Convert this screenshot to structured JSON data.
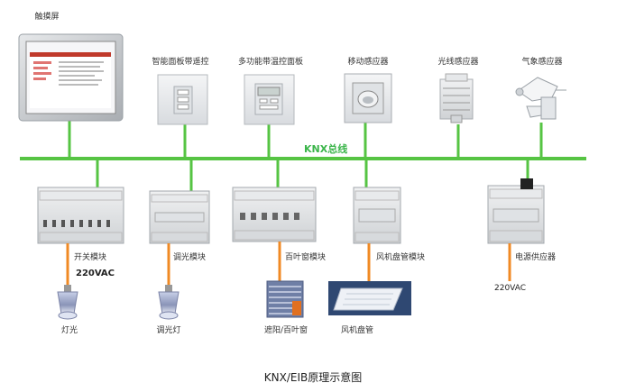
{
  "title": "KNX/EIB原理示意图",
  "bus_label": "KNX总线",
  "colors": {
    "bus": "#56c443",
    "load": "#f08a24",
    "module": "#e4e6e8",
    "panel": "#ebedef"
  },
  "top_devices": [
    {
      "label": "触摸屏",
      "icon": "touch-screen-icon"
    },
    {
      "label": "智能面板带遥控",
      "icon": "smart-panel-icon"
    },
    {
      "label": "多功能带温控面板",
      "icon": "thermostat-panel-icon"
    },
    {
      "label": "移动感应器",
      "icon": "motion-sensor-icon"
    },
    {
      "label": "光线感应器",
      "icon": "light-sensor-icon"
    },
    {
      "label": "气象感应器",
      "icon": "weather-sensor-icon"
    }
  ],
  "modules": [
    {
      "label": "开关模块",
      "icon": "switch-actuator-icon"
    },
    {
      "label": "调光模块",
      "icon": "dimmer-actuator-icon"
    },
    {
      "label": "百叶窗模块",
      "icon": "blind-actuator-icon"
    },
    {
      "label": "风机盘管模块",
      "icon": "fan-coil-actuator-icon"
    },
    {
      "label": "电源供应器",
      "icon": "power-supply-icon"
    }
  ],
  "loads": [
    {
      "label": "灯光",
      "icon": "lamp-icon"
    },
    {
      "label": "调光灯",
      "icon": "dimmable-lamp-icon"
    },
    {
      "label": "遮阳/百叶窗",
      "icon": "blinds-icon"
    },
    {
      "label": "风机盘管",
      "icon": "fan-coil-unit-icon"
    }
  ],
  "voltages": [
    "220VAC",
    "220VAC"
  ]
}
